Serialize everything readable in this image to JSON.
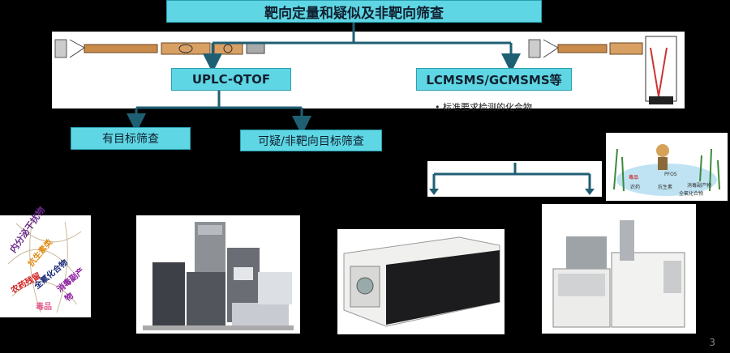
{
  "title": "靶向定量和疑似及非靶向筛查",
  "methods": {
    "left": "UPLC-QTOF",
    "right": "LCMSMS/GCMSMS等"
  },
  "screening": {
    "targeted": "有目标筛查",
    "suspect": "可疑/非靶向目标筛查"
  },
  "bullet_text": "标准要求检测的化合物",
  "word_cloud": [
    "内分泌干扰物",
    "抗生素类",
    "全氟化合物",
    "消毒副产物",
    "农药残留",
    "毒品"
  ],
  "eco_labels": [
    "毒品",
    "PFOS",
    "农药",
    "抗生素",
    "消毒副产物",
    "全氟化合物"
  ],
  "colors": {
    "accent_cyan": "#5fd6e3",
    "arrow_blue": "#1f5f74",
    "background": "#000000"
  },
  "page_number": "3"
}
